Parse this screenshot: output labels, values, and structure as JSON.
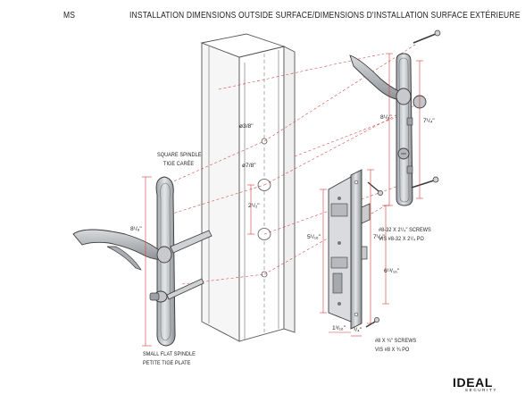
{
  "header": {
    "model": "MS",
    "title": "INSTALLATION DIMENSIONS OUTSIDE SURFACE/DIMENSIONS D'INSTALLATION SURFACE EXTÉRIEURE"
  },
  "left_labels": {
    "square_spindle": [
      "SQUARE SPINDLE",
      "TIGE CARÉE"
    ],
    "small_flat_spindle": [
      "SMALL FLAT SPINDLE",
      "PETITE TIGE PLATE"
    ],
    "handle_height": "8¹/₈\""
  },
  "hole_labels": {
    "top_hole": "ø3/8\"",
    "mid_hole": "ø7/8\"",
    "spacing": "2¹/₂\""
  },
  "mortise_labels": {
    "height_left": "5¹/₁₆\"",
    "height_right": "7¹/₄\"",
    "depth": "6¹³/₁₆\"",
    "bottom_width": "1³/₁₆\"",
    "bottom_offset": "³/₄\"",
    "screws_bottom": [
      "#8 X ¾\" SCREWS",
      "VIS #8 X ¾ PO"
    ]
  },
  "right_labels": {
    "plate_inner": "8¹/₈\"",
    "plate_outer": "7¹/₄\"",
    "screws_top": [
      "#8-32 X 2¹/₄\" SCREWS",
      "VIS #8-32 X 2¹/₄ PO"
    ]
  },
  "brand": {
    "logo": "IDEAL",
    "sub": "SECURITY"
  },
  "colors": {
    "dimension_line": "#d23b3b",
    "metal": "#b9bcc0",
    "outline": "#3a3a3a"
  }
}
